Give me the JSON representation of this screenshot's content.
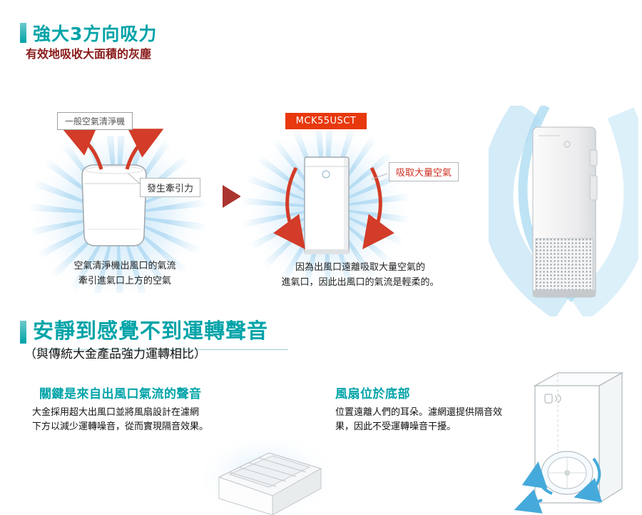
{
  "colors": {
    "teal": "#00a3a8",
    "dark_red": "#8a1a1a",
    "red": "#e8380d",
    "airflow_blue": "#bfe2f4"
  },
  "section_suction": {
    "title": "強大3方向吸力",
    "subtitle": "有效地吸收大面積的灰塵",
    "generic_unit": {
      "label": "一般空氣清淨機",
      "callout": "發生牽引力",
      "caption": [
        "空氣清淨機出風口的氣流",
        "牽引進氣口上方的空氣"
      ]
    },
    "mck_unit": {
      "model": "MCK55USCT",
      "callout": "吸取大量空氣",
      "caption": [
        "因為出風口遠離吸取大量空氣的",
        "進氣口，因此出風口的氣流是輕柔的。"
      ]
    }
  },
  "section_quiet": {
    "title": "安靜到感覺不到運轉聲音",
    "subtitle": "（與傳統大金產品強力運轉相比）",
    "left": {
      "heading": "關鍵是來自出風口氣流的聲音",
      "body": [
        "大金採用超大出風口並將風扇設計在濾網",
        "下方以減少運轉噪音，從而實現隔音效果。"
      ]
    },
    "right": {
      "heading": "風扇位於底部",
      "body": [
        "位置遠離人們的耳朵。濾網還提供隔音效",
        "果，因此不受運轉噪音干擾。"
      ]
    }
  }
}
